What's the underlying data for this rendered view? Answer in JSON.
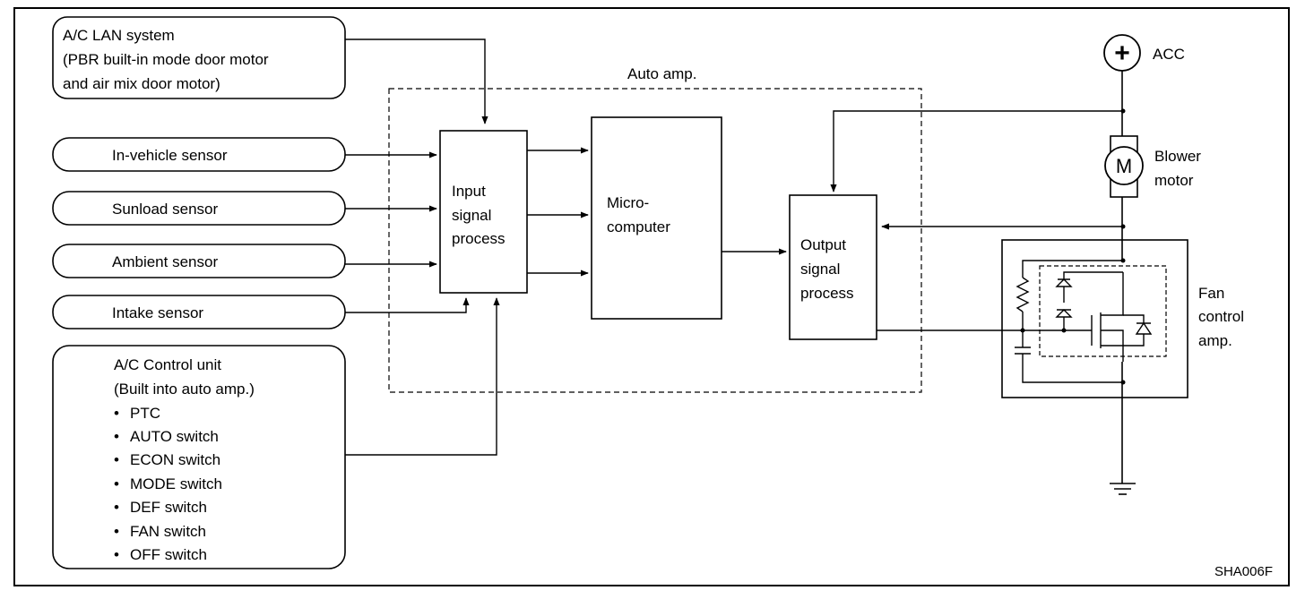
{
  "lan_box": {
    "lines": [
      "A/C LAN system",
      "(PBR built-in mode door motor",
      "and air mix door motor)"
    ]
  },
  "auto_amp_label": "Auto amp.",
  "sensors": [
    {
      "label": "In-vehicle sensor"
    },
    {
      "label": "Sunload sensor"
    },
    {
      "label": "Ambient sensor"
    },
    {
      "label": "Intake sensor"
    }
  ],
  "control_unit": {
    "title": "A/C Control unit",
    "subtitle": "(Built into auto amp.)",
    "bullet": "•",
    "items": [
      "PTC",
      "AUTO switch",
      "ECON switch",
      "MODE switch",
      "DEF switch",
      "FAN switch",
      "OFF switch"
    ]
  },
  "input_block": {
    "lines": [
      "Input",
      "signal",
      "process"
    ]
  },
  "micro_block": {
    "lines": [
      "Micro-",
      "computer"
    ]
  },
  "output_block": {
    "lines": [
      "Output",
      "signal",
      "process"
    ]
  },
  "acc": {
    "symbol": "+",
    "label": "ACC"
  },
  "motor": {
    "symbol": "M",
    "lines": [
      "Blower",
      "motor"
    ]
  },
  "fan_amp": {
    "lines": [
      "Fan",
      "control",
      "amp."
    ]
  },
  "figure_code": "SHA006F"
}
